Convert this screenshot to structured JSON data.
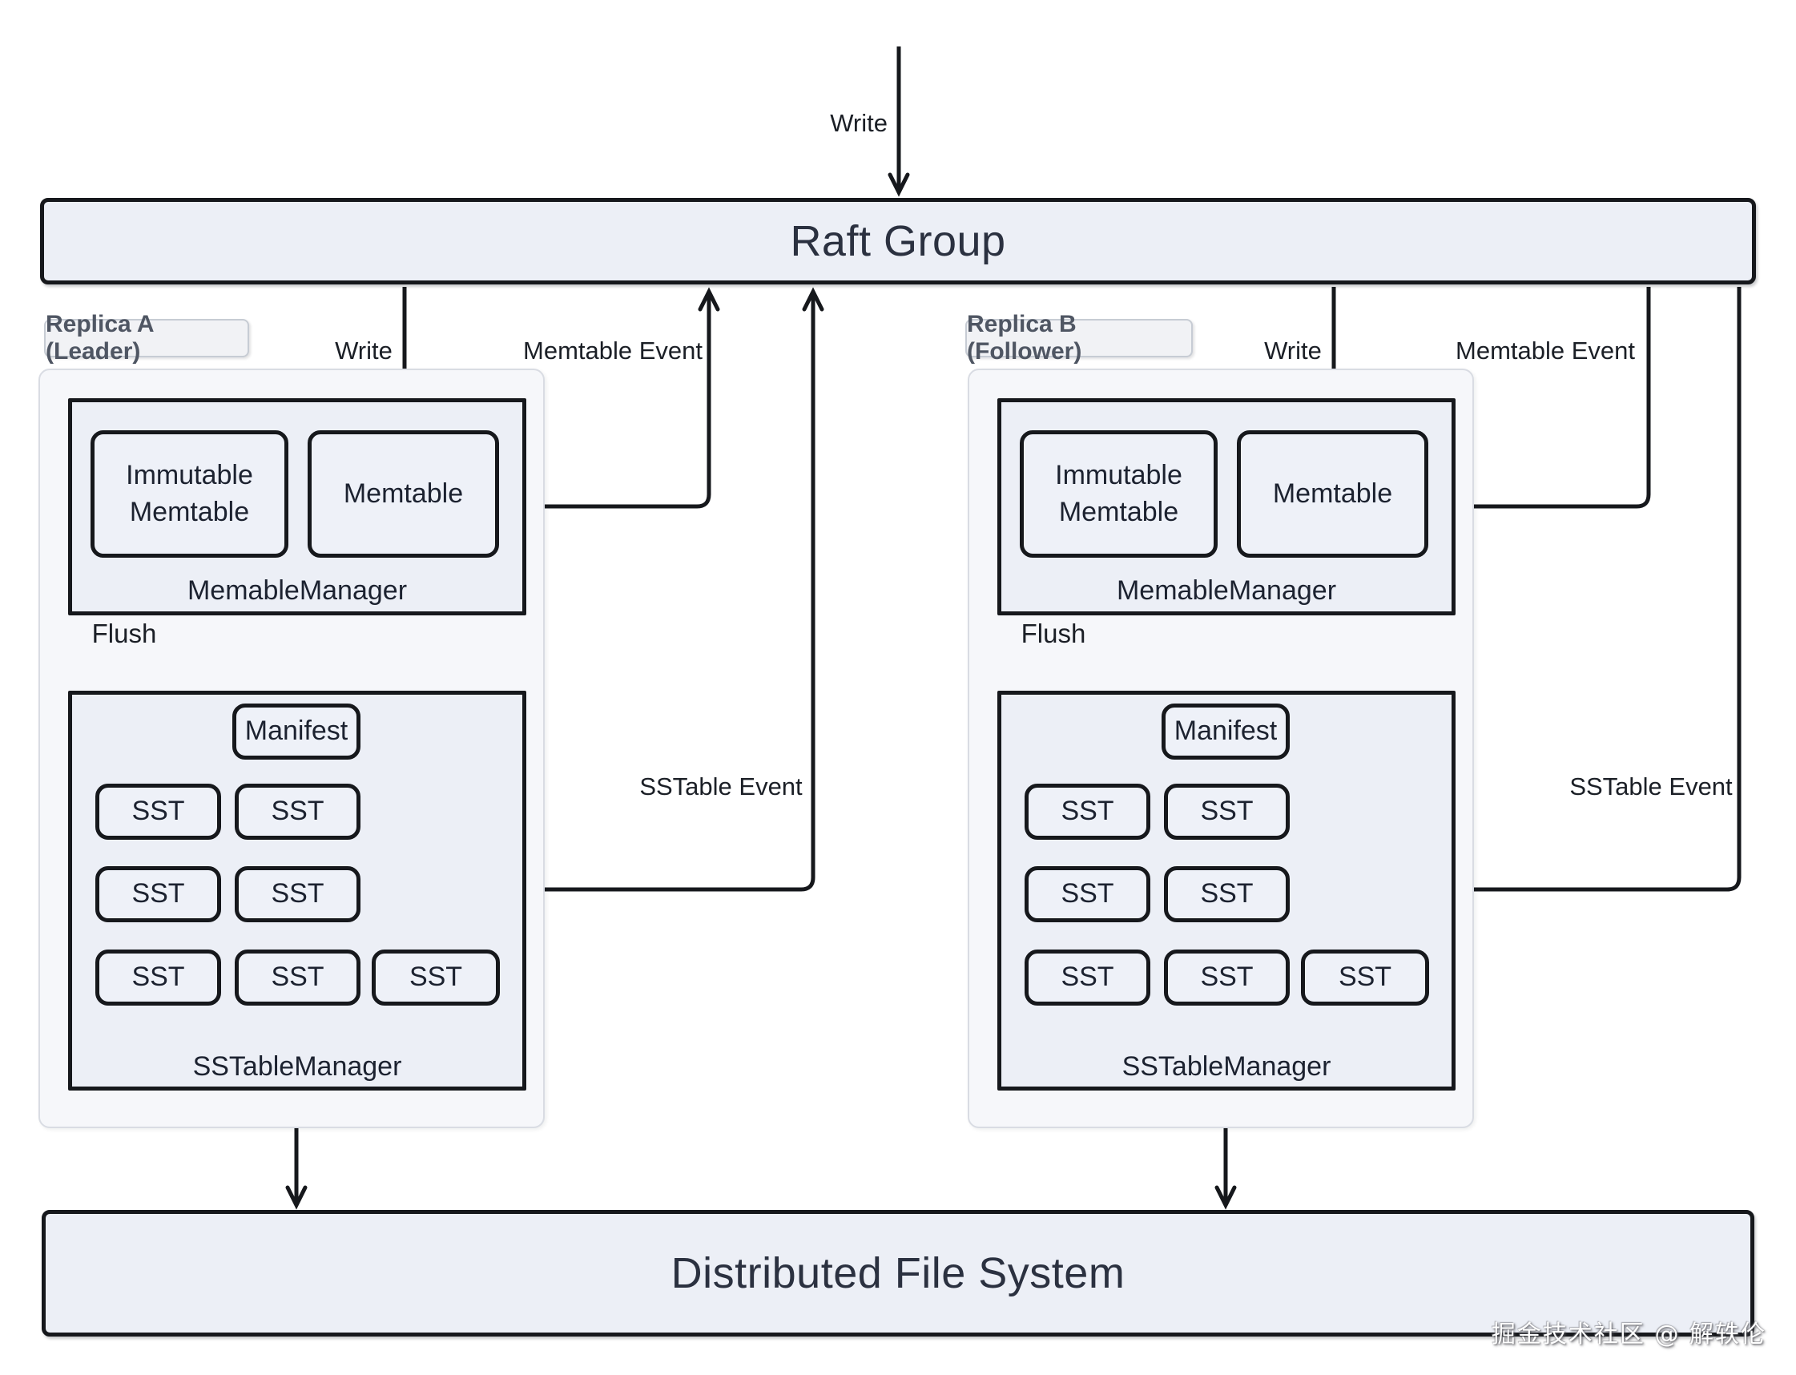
{
  "top": {
    "write_label": "Write"
  },
  "raft": {
    "label": "Raft Group"
  },
  "dfs": {
    "label": "Distributed File System"
  },
  "replica_a": {
    "chip": "Replica A (Leader)",
    "write": "Write",
    "memtable_event": "Memtable Event",
    "sstable_event": "SSTable Event",
    "flush": "Flush",
    "memable_manager": {
      "label": "MemableManager",
      "immutable": "Immutable Memtable",
      "memtable": "Memtable"
    },
    "sstable_manager": {
      "label": "SSTableManager",
      "manifest": "Manifest",
      "sst": "SST",
      "sst_rows": [
        2,
        2,
        3
      ]
    }
  },
  "replica_b": {
    "chip": "Replica B (Follower)",
    "write": "Write",
    "memtable_event": "Memtable Event",
    "sstable_event": "SSTable Event",
    "flush": "Flush",
    "memable_manager": {
      "label": "MemableManager",
      "immutable": "Immutable Memtable",
      "memtable": "Memtable"
    },
    "sstable_manager": {
      "label": "SSTableManager",
      "manifest": "Manifest",
      "sst": "SST",
      "sst_rows": [
        2,
        2,
        3
      ]
    }
  },
  "watermark": "掘金技术社区 @ 解轶伦",
  "colors": {
    "box_fill": "#eceff6",
    "container_fill": "#f6f7fa",
    "container_border": "#d9dce3",
    "line": "#16181c",
    "chip_text": "#4f5663",
    "title_text": "#2b3140"
  }
}
